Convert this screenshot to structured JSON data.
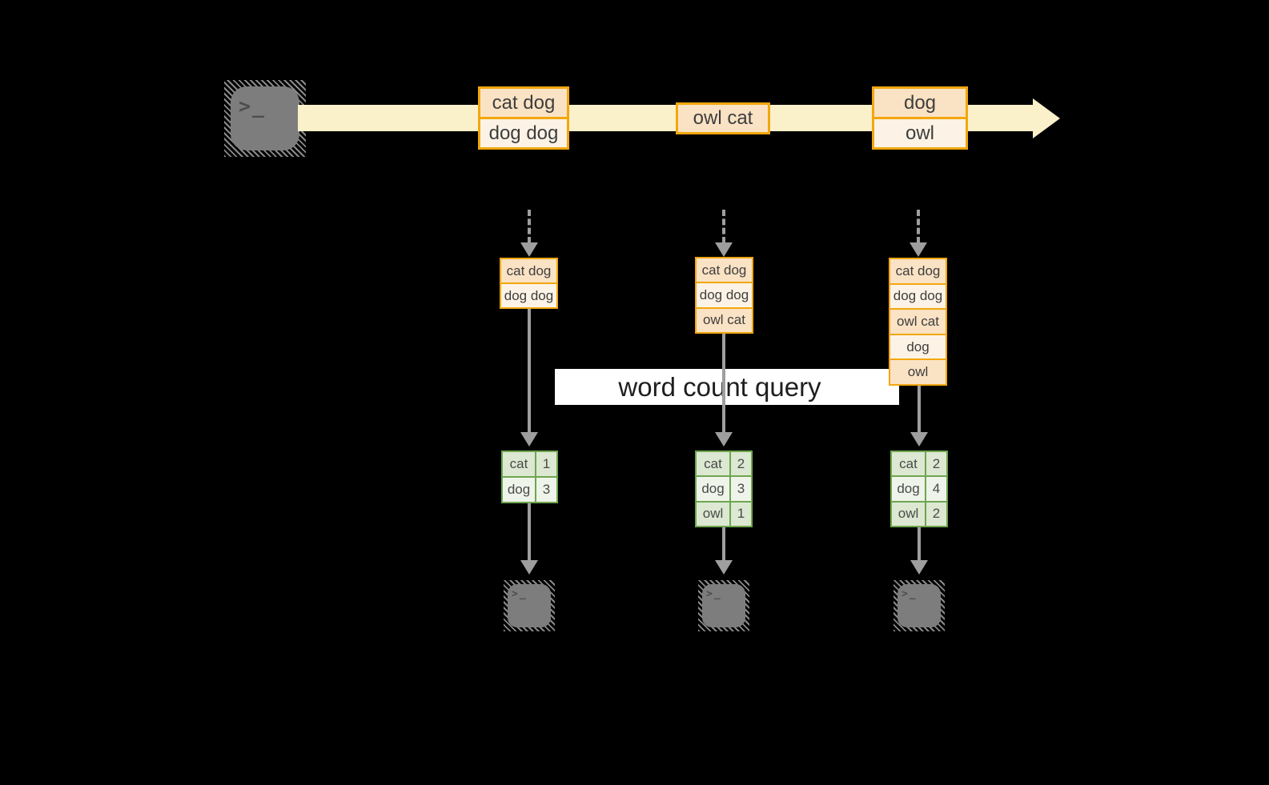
{
  "colors": {
    "orange": "#F2A70D",
    "peach-dark": "#FAE2C4",
    "peach-light": "#FCF3E6",
    "band": "#FAF0CA",
    "green": "#6EA64F",
    "green-dark": "#DCE8D2",
    "green-light": "#EFF4EA",
    "arrow": "#9E9E9E",
    "terminal": "#7D7D7D",
    "text": "#3E3E3E"
  },
  "query": {
    "label": "word count query"
  },
  "source_terminal": {
    "prompt": ">_"
  },
  "stream": {
    "batches": [
      {
        "lines": [
          "cat dog",
          "dog dog"
        ]
      },
      {
        "lines": [
          "owl cat"
        ]
      },
      {
        "lines": [
          "dog",
          "owl"
        ]
      }
    ]
  },
  "columns": [
    {
      "state": [
        "cat dog",
        "dog dog"
      ],
      "counts": [
        {
          "word": "cat",
          "count": "1"
        },
        {
          "word": "dog",
          "count": "3"
        }
      ],
      "terminal_prompt": ">_"
    },
    {
      "state": [
        "cat dog",
        "dog dog",
        "owl cat"
      ],
      "counts": [
        {
          "word": "cat",
          "count": "2"
        },
        {
          "word": "dog",
          "count": "3"
        },
        {
          "word": "owl",
          "count": "1"
        }
      ],
      "terminal_prompt": ">_"
    },
    {
      "state": [
        "cat dog",
        "dog dog",
        "owl cat",
        "dog",
        "owl"
      ],
      "counts": [
        {
          "word": "cat",
          "count": "2"
        },
        {
          "word": "dog",
          "count": "4"
        },
        {
          "word": "owl",
          "count": "2"
        }
      ],
      "terminal_prompt": ">_"
    }
  ]
}
